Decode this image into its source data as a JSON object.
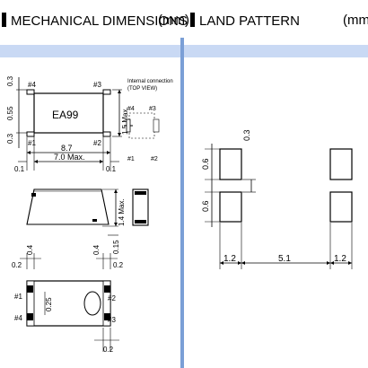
{
  "left": {
    "title": "MECHANICAL DIMENSIONS",
    "unit": "(mm)"
  },
  "right": {
    "title": "LAND PATTERN",
    "unit": "(mm)"
  },
  "colors": {
    "band": "#c9d9f4",
    "divider": "#7b9fd6",
    "pad": "#000000"
  },
  "mechanical": {
    "marking": "EA99",
    "pins": {
      "p1": "#1",
      "p2": "#2",
      "p3": "#3",
      "p4": "#4"
    },
    "internal_connection": {
      "line1": "Internal connection",
      "line2": "(TOP VIEW)"
    },
    "dims": {
      "d_0_3_top": "0.3",
      "d_0_55": "0.55",
      "d_0_3_bot": "0.3",
      "d_8_7": "8.7",
      "d_7_0_max": "7.0 Max.",
      "d_0_1_left": "0.1",
      "d_0_1_right": "0.1",
      "d_1_5_max": "1.5 Max.",
      "d_1_4_max": "1.4 Max.",
      "d_0_15": "0.15",
      "d_0_4_left": "0.4",
      "d_0_4_right": "0.4",
      "d_0_2_left": "0.2",
      "d_0_2_right": "0.2",
      "d_0_25": "0.25",
      "d_0_2_bottom": "0.2"
    }
  },
  "land_pattern": {
    "dims": {
      "d_0_6_top": "0.6",
      "d_0_3": "0.3",
      "d_0_6_bot": "0.6",
      "d_1_2_left": "1.2",
      "d_5_1": "5.1",
      "d_1_2_right": "1.2"
    }
  }
}
